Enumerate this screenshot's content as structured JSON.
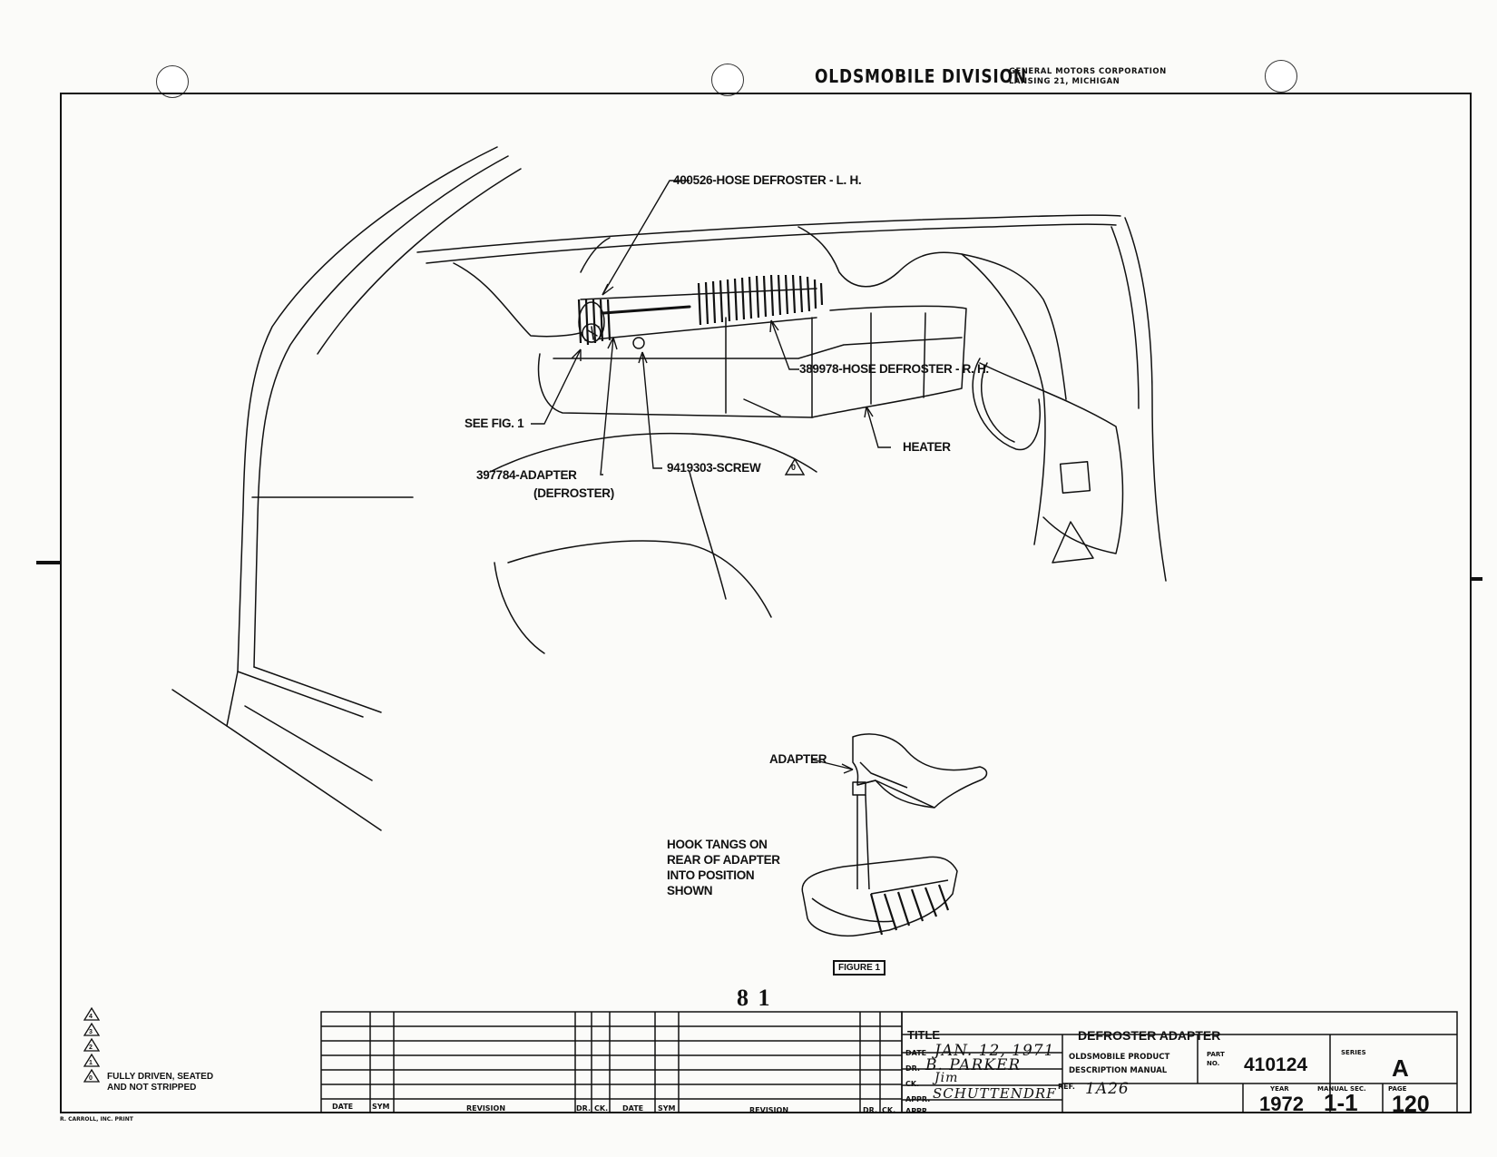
{
  "header": {
    "division": "OLDSMOBILE DIVISION",
    "corp_line1": "GENERAL MOTORS CORPORATION",
    "corp_line2": "LANSING 21, MICHIGAN"
  },
  "callouts": {
    "hose_lh": "400526-HOSE DEFROSTER - L. H.",
    "hose_rh": "389978-HOSE DEFROSTER - R. H.",
    "see_fig": "SEE FIG. 1",
    "heater": "HEATER",
    "adapter_part": "397784-ADAPTER",
    "adapter_sub": "(DEFROSTER)",
    "screw": "9419303-SCREW",
    "screw_rev": "0"
  },
  "figure1": {
    "adapter_label": "ADAPTER",
    "instruction": [
      "HOOK TANGS ON",
      "REAR OF ADAPTER",
      "INTO POSITION",
      "SHOWN"
    ],
    "caption": "FIGURE 1"
  },
  "page_stamp": "8 1",
  "legend": {
    "symbols": [
      "4",
      "3",
      "2",
      "1",
      "0"
    ],
    "note_line1": "FULLY DRIVEN, SEATED",
    "note_line2": "AND NOT STRIPPED"
  },
  "revision_table": {
    "headers": [
      "DATE",
      "SYM",
      "REVISION",
      "DR.",
      "CK.",
      "DATE",
      "SYM",
      "REVISION",
      "DR.",
      "CK."
    ]
  },
  "title_block": {
    "title_label": "TITLE",
    "title_value": "DEFROSTER ADAPTER",
    "date_label": "DATE",
    "date_value": "JAN. 12, 1971",
    "dr_label": "DR.",
    "dr_value": "B. PARKER",
    "ck_label": "CK.",
    "ck_value": "Jim",
    "appr_label": "APPR.",
    "appr_value": "SCHUTTENDRF",
    "appr2_label": "APPR.",
    "manual_line1": "OLDSMOBILE PRODUCT",
    "manual_line2": "DESCRIPTION MANUAL",
    "ref_label": "REF.",
    "ref_value": "1A26",
    "part_label": "PART",
    "part_no_label": "NO.",
    "part_no": "410124",
    "series_label": "SERIES",
    "series": "A",
    "year_label": "YEAR",
    "year": "1972",
    "manual_sec_label": "MANUAL SEC.",
    "manual_sec": "1-1",
    "page_label": "PAGE",
    "page": "120"
  },
  "footer_note": "R. CARROLL, INC. PRINT"
}
